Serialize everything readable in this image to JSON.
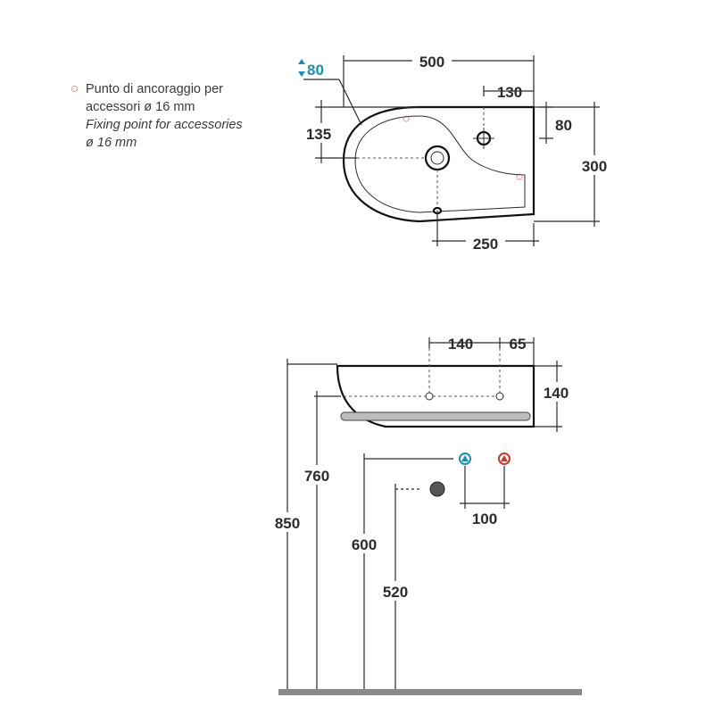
{
  "legend": {
    "it_line1": "Punto di ancoraggio per",
    "it_line2": "accessori ø 16 mm",
    "en_line1": "Fixing point for accessories",
    "en_line2": "ø 16 mm",
    "marker_color": "#c0392b"
  },
  "top_view": {
    "height_badge": "80",
    "width": "500",
    "tap_offset": "130",
    "tap_depth": "80",
    "left_offset": "135",
    "depth": "300",
    "drain_offset": "250"
  },
  "side_view": {
    "dim_140_horizontal": "140",
    "dim_65": "65",
    "dim_140_vertical": "140",
    "h_760": "760",
    "h_850": "850",
    "h_600": "600",
    "h_520": "520",
    "dim_100": "100"
  },
  "colors": {
    "cold": "#1a8fb3",
    "hot": "#c0392b",
    "accent_blue": "#1a8fb3",
    "floor": "#8a8a8a"
  }
}
